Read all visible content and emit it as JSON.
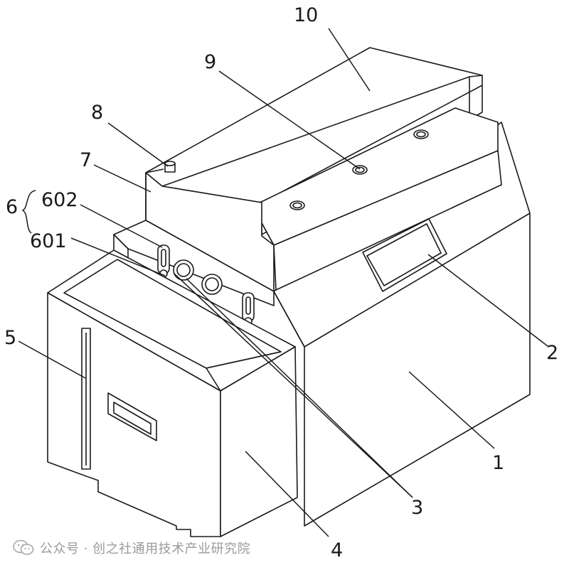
{
  "labels": {
    "l1": "1",
    "l2": "2",
    "l3": "3",
    "l4": "4",
    "l5": "5",
    "l6": "6",
    "l7": "7",
    "l8": "8",
    "l9": "9",
    "l10": "10",
    "l601": "601",
    "l602": "602"
  },
  "watermark": {
    "text": "公众号 · 创之社通用技术产业研究院",
    "icon": "wechat-icon"
  },
  "colors": {
    "line": "#1a1a1a",
    "watermark": "#9a9a9a",
    "background": "#ffffff"
  }
}
